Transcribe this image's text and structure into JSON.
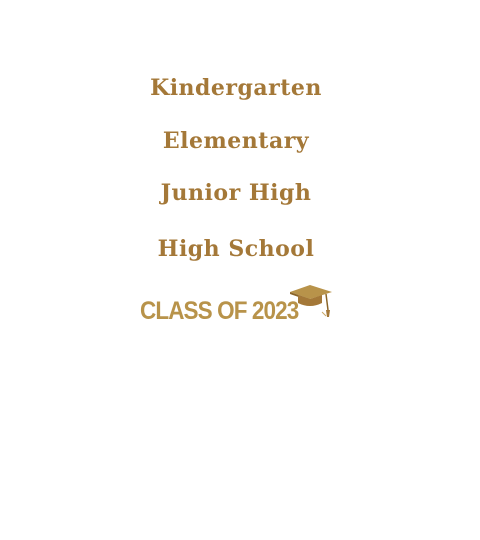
{
  "lines": {
    "kindergarten": "Kindergarten",
    "elementary": "Elementary",
    "junior_high": "Junior High",
    "high_school": "High School"
  },
  "class_of": "CLASS OF 2023",
  "colors": {
    "text_gold": "#a47838",
    "class_gold": "#b8934a",
    "cap_dark": "#8a6428"
  },
  "icons": {
    "cap": "graduation-cap-icon"
  }
}
